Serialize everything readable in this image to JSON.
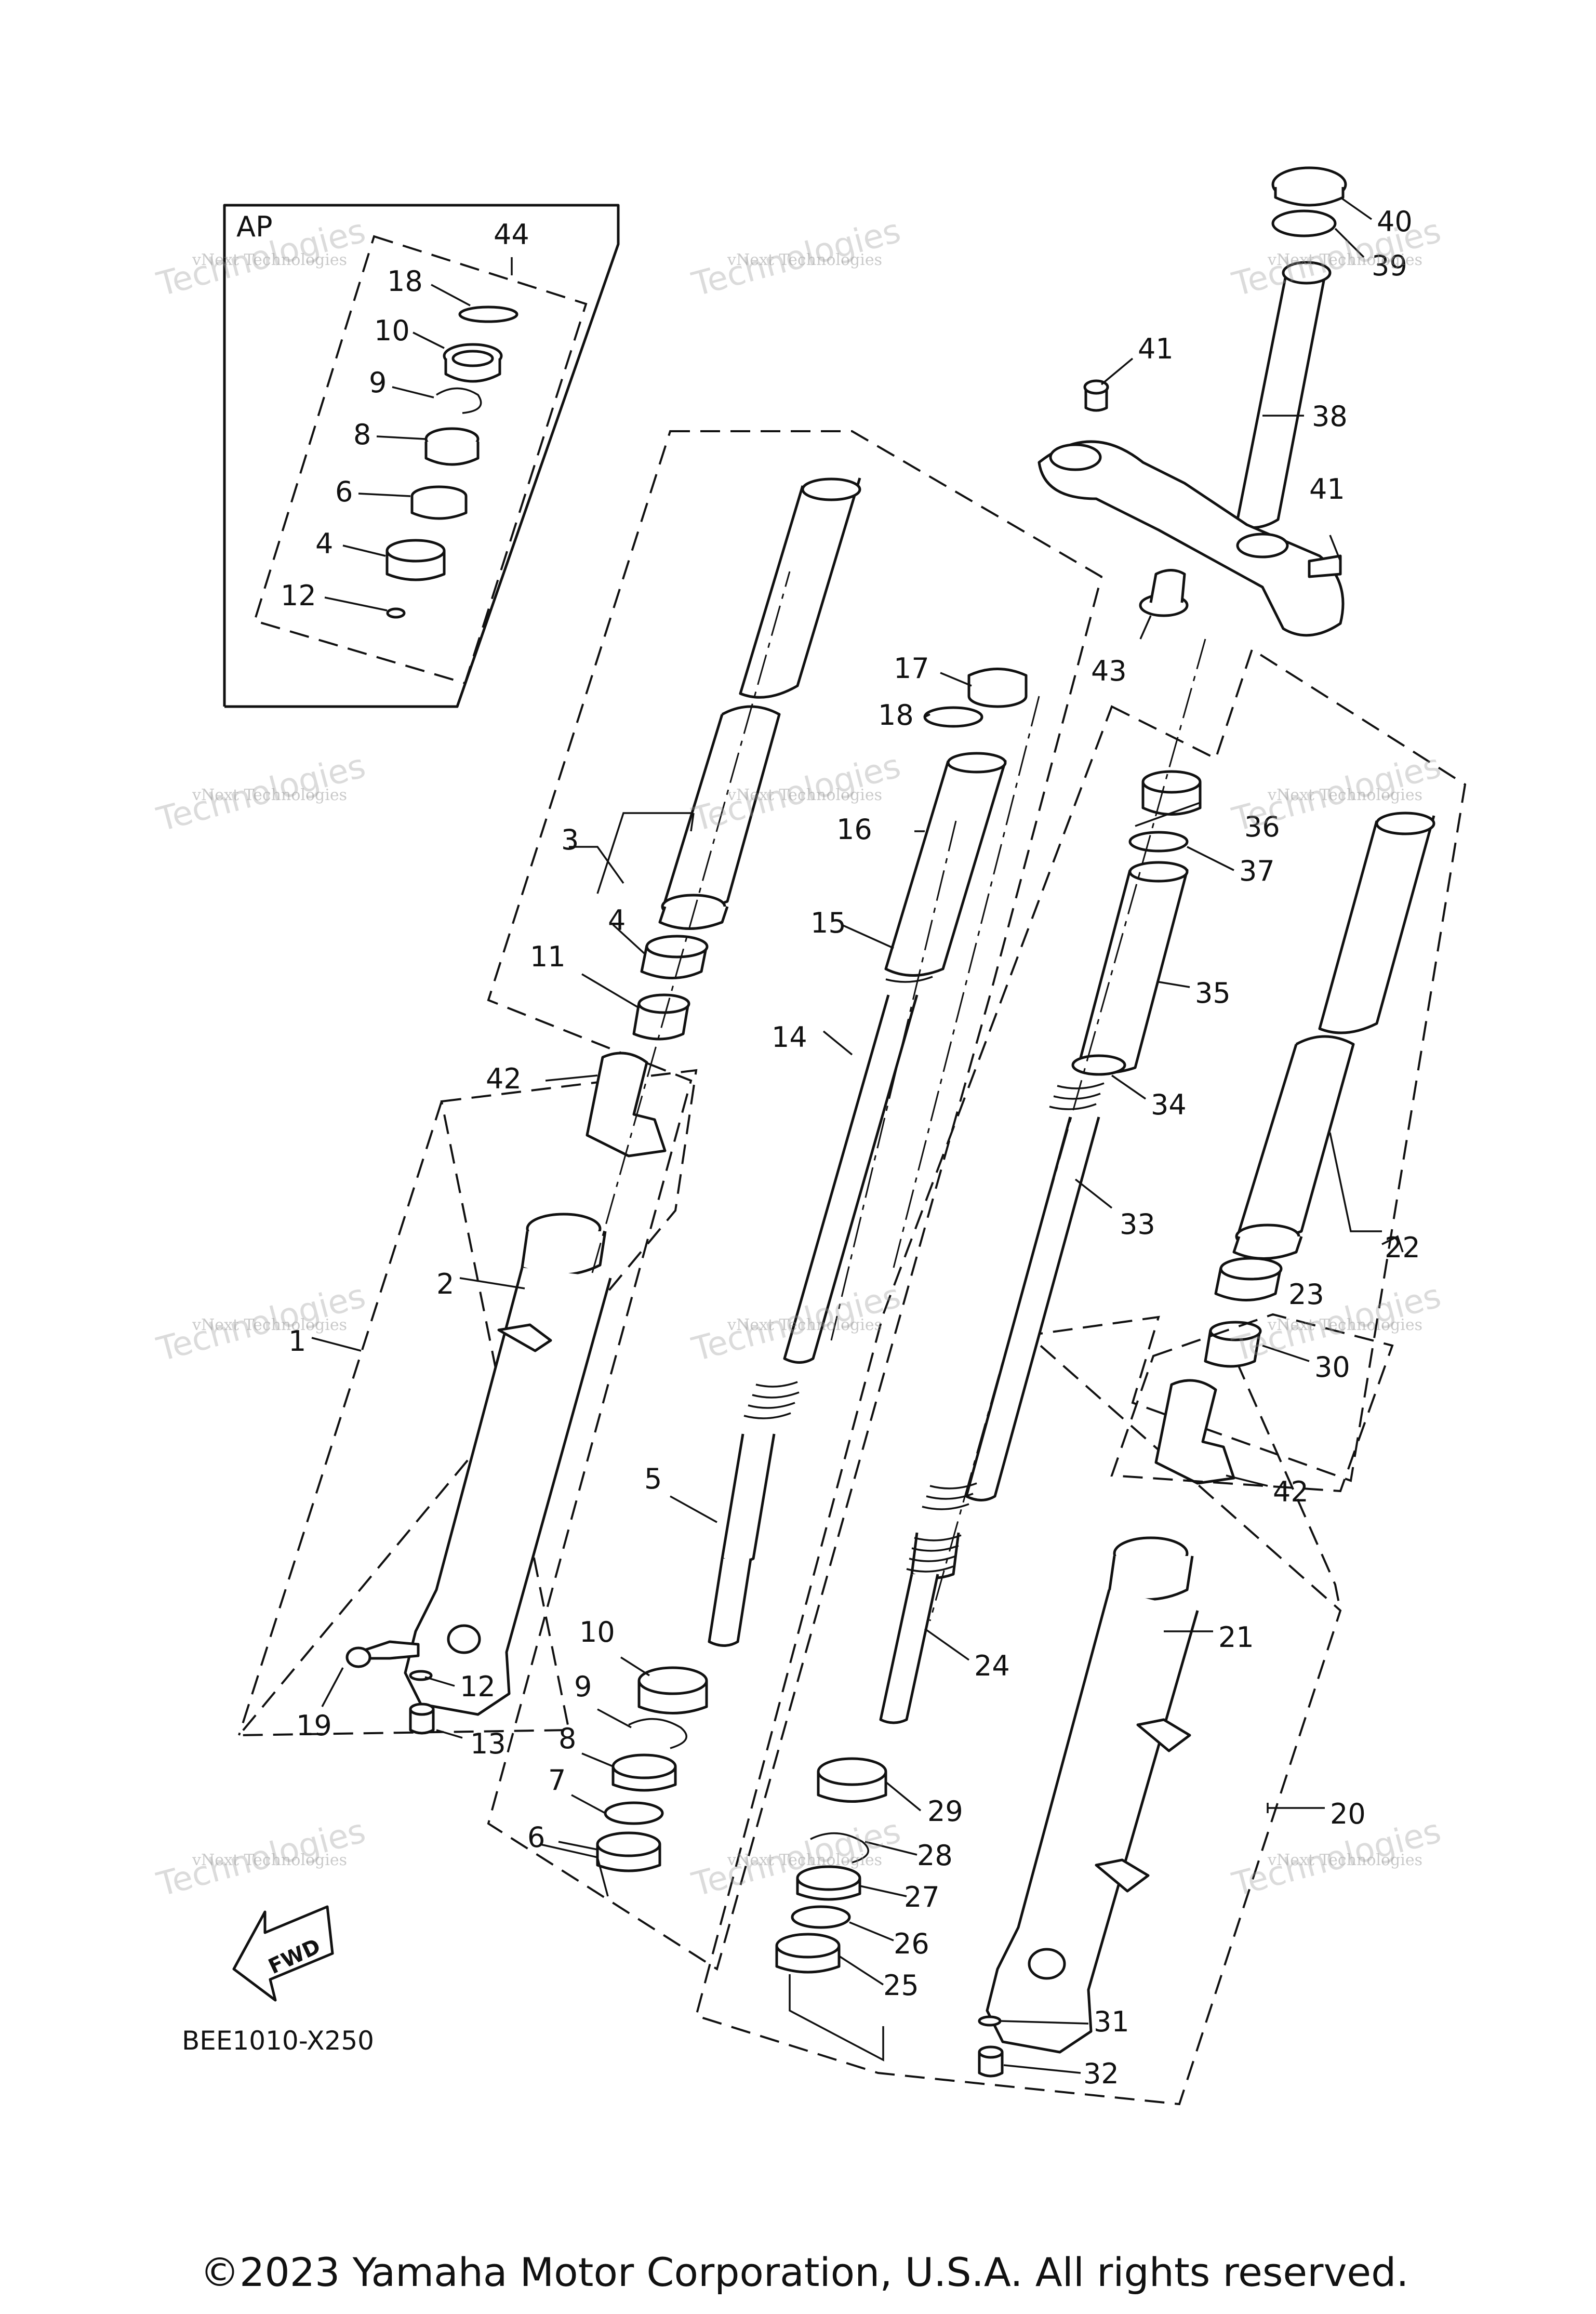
{
  "inset_label": "AP",
  "diagram_code": "BEE1010-X250",
  "fwd_label": "FWD",
  "copyright": "©2023 Yamaha Motor Corporation, U.S.A. All rights reserved.",
  "watermark": {
    "line1": "vNext Technologies",
    "line2": "Technologies"
  },
  "callouts": {
    "c1": "1",
    "c2": "2",
    "c3": "3",
    "c4a": "4",
    "c4b": "4",
    "c5": "5",
    "c6a": "6",
    "c6b": "6",
    "c7": "7",
    "c8a": "8",
    "c8b": "8",
    "c9a": "9",
    "c9b": "9",
    "c10a": "10",
    "c10b": "10",
    "c11": "11",
    "c12a": "12",
    "c12b": "12",
    "c13": "13",
    "c14": "14",
    "c15": "15",
    "c16": "16",
    "c17": "17",
    "c18a": "18",
    "c18b": "18",
    "c19": "19",
    "c20": "20",
    "c21": "21",
    "c22": "22",
    "c23": "23",
    "c24": "24",
    "c25": "25",
    "c26": "26",
    "c27": "27",
    "c28": "28",
    "c29": "29",
    "c30": "30",
    "c31": "31",
    "c32": "32",
    "c33": "33",
    "c34": "34",
    "c35": "35",
    "c36": "36",
    "c37": "37",
    "c38": "38",
    "c39": "39",
    "c40": "40",
    "c41a": "41",
    "c41b": "41",
    "c42a": "42",
    "c42b": "42",
    "c43": "43",
    "c44": "44"
  }
}
